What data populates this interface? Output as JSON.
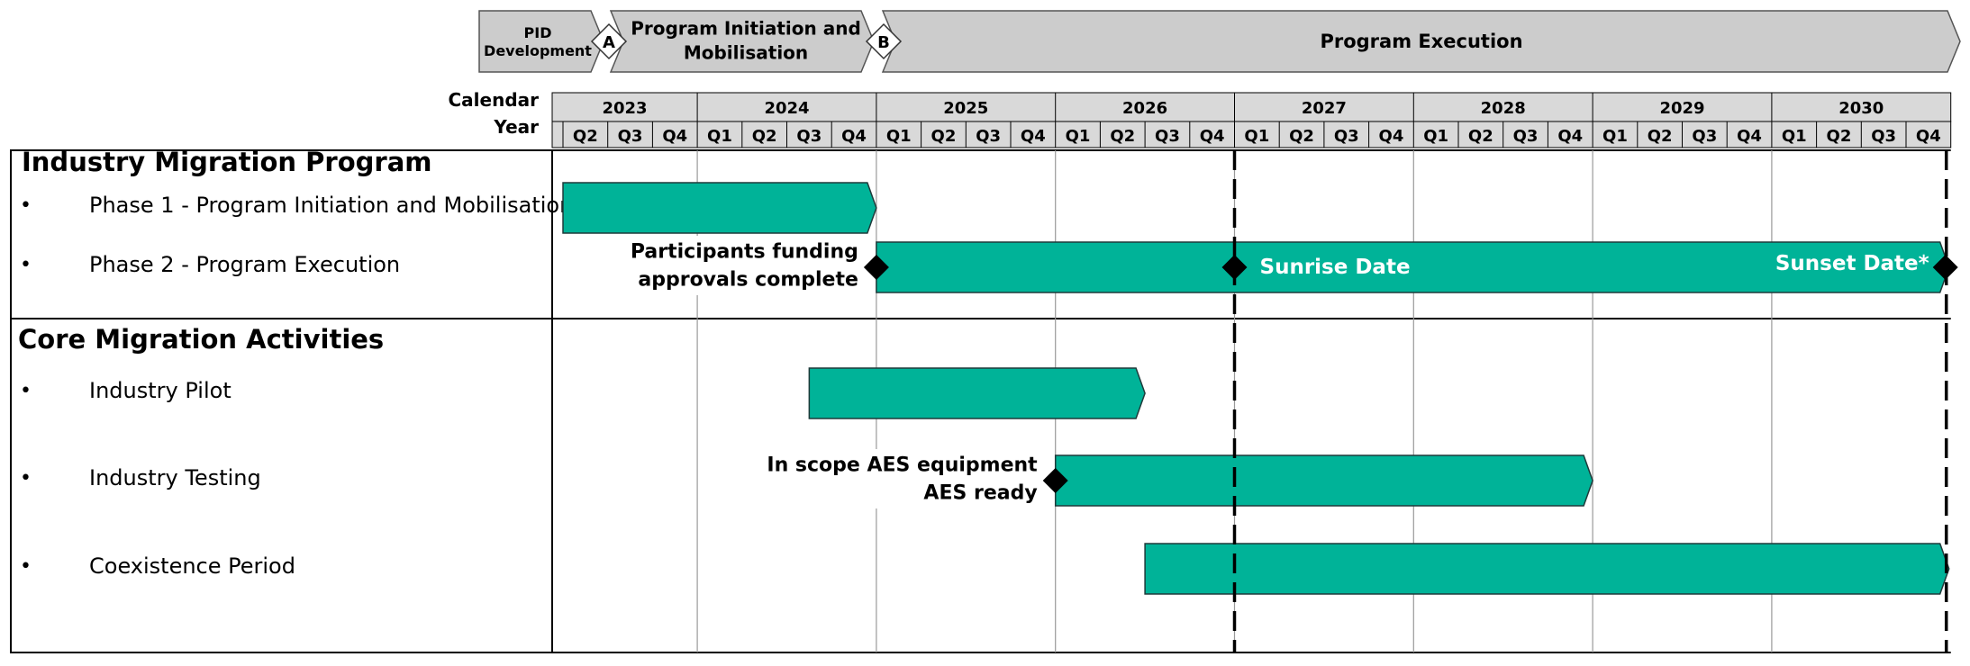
{
  "phase_banner": [
    {
      "label": "PID\nDevelopment"
    },
    {
      "label": "Program Initiation and\nMobilisation"
    },
    {
      "label": "Program Execution"
    }
  ],
  "gates": [
    "A",
    "B"
  ],
  "calendar": {
    "label": "Calendar\nYear",
    "years": [
      "2023",
      "2024",
      "2025",
      "2026",
      "2027",
      "2028",
      "2029",
      "2030"
    ],
    "quarters": [
      "Q2",
      "Q3",
      "Q4",
      "Q1",
      "Q2",
      "Q3",
      "Q4",
      "Q1",
      "Q2",
      "Q3",
      "Q4",
      "Q1",
      "Q2",
      "Q3",
      "Q4",
      "Q1",
      "Q2",
      "Q3",
      "Q4",
      "Q1",
      "Q2",
      "Q3",
      "Q4",
      "Q1",
      "Q2",
      "Q3",
      "Q4",
      "Q1",
      "Q2",
      "Q3",
      "Q4"
    ]
  },
  "sections": [
    {
      "title": "Industry Migration Program",
      "rows": [
        {
          "bullet": "•",
          "label": "Phase 1 - Program Initiation and  Mobilisation",
          "start": 0,
          "end": 7
        },
        {
          "bullet": "•",
          "label": "Phase 2 - Program Execution",
          "start": 7,
          "end": 31,
          "flat_end": false
        }
      ]
    },
    {
      "title": "Core Migration Activities",
      "rows": [
        {
          "bullet": "•",
          "label": "Industry Pilot",
          "start": 5.5,
          "end": 13
        },
        {
          "bullet": "•",
          "label": "Industry Testing",
          "start": 11,
          "end": 23
        },
        {
          "bullet": "•",
          "label": "Coexistence Period",
          "start": 13,
          "end": 31.1
        }
      ]
    }
  ],
  "milestones": [
    {
      "row": 1,
      "quarter": 7,
      "text": "Participants funding\napprovals complete",
      "text_side": "left"
    },
    {
      "row": 1,
      "quarter": 15,
      "text": "Sunrise Date",
      "text_side": "inside-right"
    },
    {
      "row": 1,
      "quarter": 31,
      "text": "Sunset Date*",
      "text_side": "inside-left"
    },
    {
      "row": 3,
      "quarter": 11,
      "text": "In scope AES equipment\nAES ready",
      "text_side": "left"
    }
  ],
  "markers": [
    {
      "quarter": 15,
      "style": "dashed"
    },
    {
      "quarter": 31,
      "style": "dashed"
    }
  ],
  "colors": {
    "bar_fill": "#00b398",
    "bar_stroke": "#1f3a3a",
    "banner_fill": "#cccccc",
    "header_fill": "#d9d9d9",
    "grid": "#000000",
    "light_grid": "#999999",
    "milestone": "#000000",
    "milestone_text_inside": "#ffffff"
  }
}
